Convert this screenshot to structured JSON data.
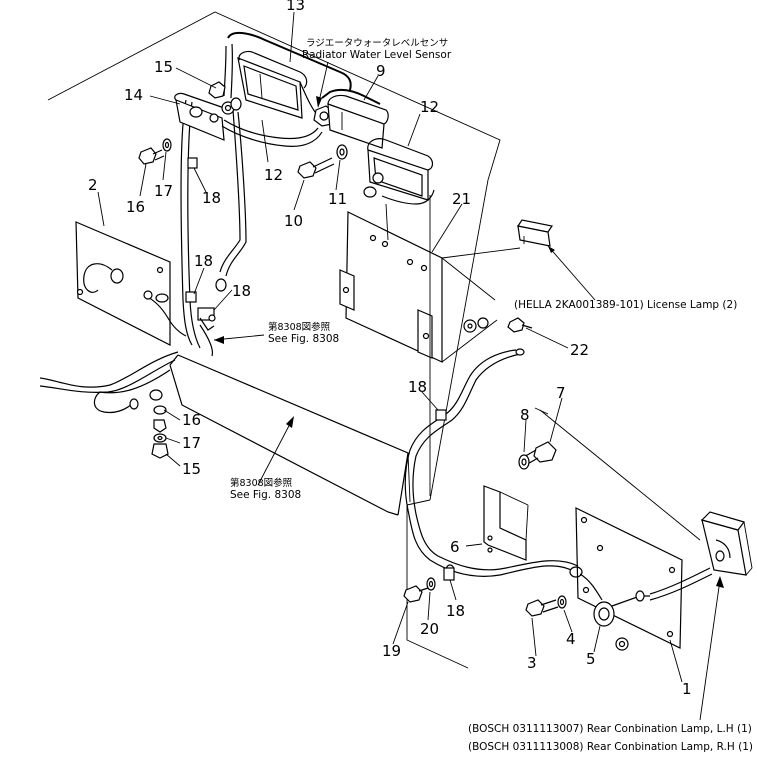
{
  "captions": {
    "radiator_jp": "ラジエータウォータレベルセンサ",
    "radiator_en": "Radiator Water Level Sensor",
    "license_lamp": "(HELLA 2KA001389-101) License Lamp (2)",
    "see_fig_jp_1": "第8308図参照",
    "see_fig_en_1": "See Fig. 8308",
    "see_fig_jp_2": "第8308図参照",
    "see_fig_en_2": "See Fig. 8308",
    "rear_lamp_lh": "(BOSCH 0311113007) Rear Conbination Lamp, L.H (1)",
    "rear_lamp_rh": "(BOSCH 0311113008) Rear Conbination Lamp, R.H (1)"
  },
  "callouts": [
    {
      "id": "13",
      "label": "13"
    },
    {
      "id": "15a",
      "label": "15"
    },
    {
      "id": "9",
      "label": "9"
    },
    {
      "id": "14",
      "label": "14"
    },
    {
      "id": "12a",
      "label": "12"
    },
    {
      "id": "12b",
      "label": "12"
    },
    {
      "id": "16a",
      "label": "16"
    },
    {
      "id": "17a",
      "label": "17"
    },
    {
      "id": "18a",
      "label": "18"
    },
    {
      "id": "10",
      "label": "10"
    },
    {
      "id": "11",
      "label": "11"
    },
    {
      "id": "2",
      "label": "2"
    },
    {
      "id": "21",
      "label": "21"
    },
    {
      "id": "18b",
      "label": "18"
    },
    {
      "id": "18c",
      "label": "18"
    },
    {
      "id": "22",
      "label": "22"
    },
    {
      "id": "18d",
      "label": "18"
    },
    {
      "id": "7",
      "label": "7"
    },
    {
      "id": "8",
      "label": "8"
    },
    {
      "id": "16b",
      "label": "16"
    },
    {
      "id": "17b",
      "label": "17"
    },
    {
      "id": "15b",
      "label": "15"
    },
    {
      "id": "6",
      "label": "6"
    },
    {
      "id": "18e",
      "label": "18"
    },
    {
      "id": "19",
      "label": "19"
    },
    {
      "id": "20",
      "label": "20"
    },
    {
      "id": "4",
      "label": "4"
    },
    {
      "id": "3",
      "label": "3"
    },
    {
      "id": "5",
      "label": "5"
    },
    {
      "id": "1",
      "label": "1"
    }
  ]
}
